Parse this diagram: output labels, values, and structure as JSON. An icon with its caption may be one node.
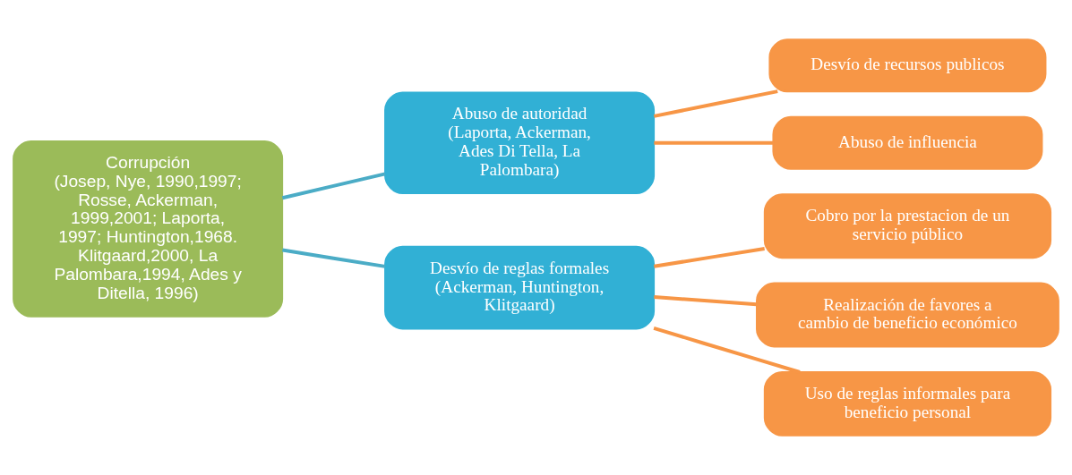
{
  "diagram": {
    "nodes": [
      {
        "text": [
          "Corrupción",
          "(Josep, Nye, 1990,1997; Rosse, Ackerman, 1999,2001; Laporta, 1997; Huntington,1968. Klitgaard,2000, La Palombara,1994, Ades y Ditella, 1996)"
        ]
      },
      {
        "text": [
          "Abuso de autoridad",
          "(Laporta, Ackerman, Ades Di Tella, La Palombara)"
        ]
      },
      {
        "text": [
          "Desvío de reglas formales",
          "(Ackerman, Huntington, Klitgaard)"
        ]
      },
      {
        "text": [
          "Desvío de recursos publicos"
        ]
      },
      {
        "text": [
          "Abuso de influencia"
        ]
      },
      {
        "text": [
          "Cobro por la prestacion de un servicio público"
        ]
      },
      {
        "text": [
          "Realización de favores a cambio de beneficio económico"
        ]
      },
      {
        "text": [
          "Uso de reglas informales para beneficio personal"
        ]
      }
    ],
    "edges": [
      {
        "from": 0,
        "to": 1,
        "arrow": "none",
        "color": "#4bacc6"
      },
      {
        "from": 0,
        "to": 2,
        "arrow": "none",
        "color": "#4bacc6"
      },
      {
        "from": 1,
        "to": 3,
        "arrow": "none"
      },
      {
        "from": 1,
        "to": 4,
        "arrow": "none"
      },
      {
        "from": 2,
        "to": 5,
        "arrow": "none"
      },
      {
        "from": 2,
        "to": 6,
        "arrow": "none"
      },
      {
        "from": 2,
        "to": 7,
        "arrow": "none"
      }
    ]
  }
}
